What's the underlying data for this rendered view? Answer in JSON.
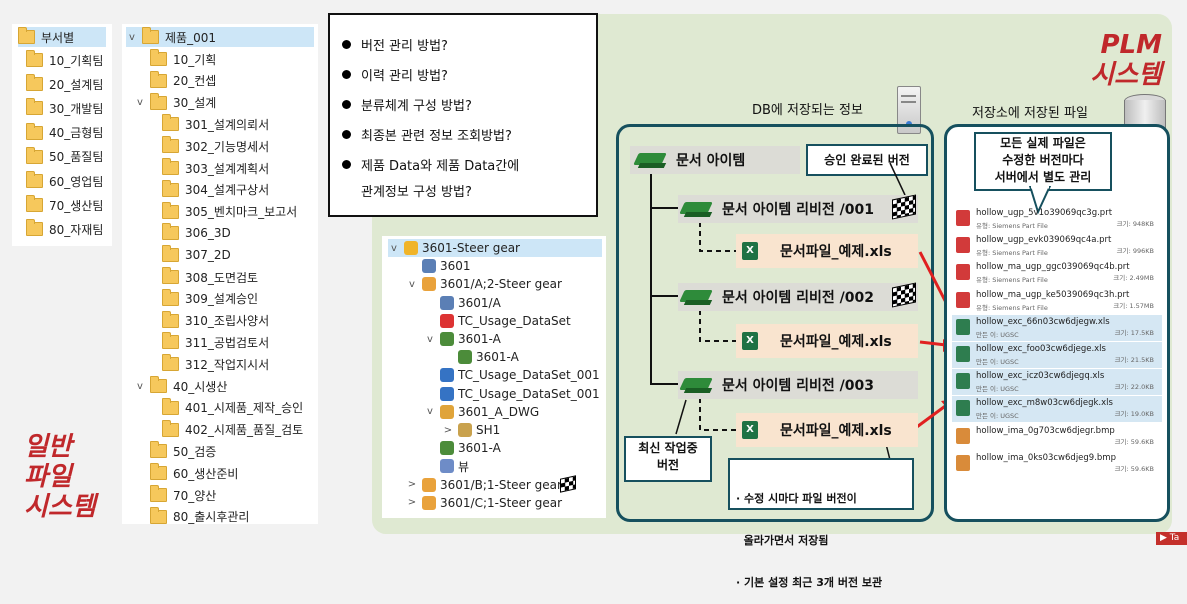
{
  "dept_tree": {
    "root": "부서별",
    "items": [
      "10_기획팀",
      "20_설계팀",
      "30_개발팀",
      "40_금형팀",
      "50_품질팀",
      "60_영업팀",
      "70_생산팀",
      "80_자재팀"
    ]
  },
  "product_tree": {
    "root": "제품_001",
    "items": [
      {
        "label": "10_기획",
        "level": 1
      },
      {
        "label": "20_컨셉",
        "level": 1
      },
      {
        "label": "30_설계",
        "level": 1,
        "expanded": true
      },
      {
        "label": "301_설계의뢰서",
        "level": 2
      },
      {
        "label": "302_기능명세서",
        "level": 2
      },
      {
        "label": "303_설계계획서",
        "level": 2
      },
      {
        "label": "304_설계구상서",
        "level": 2
      },
      {
        "label": "305_벤치마크_보고서",
        "level": 2
      },
      {
        "label": "306_3D",
        "level": 2
      },
      {
        "label": "307_2D",
        "level": 2
      },
      {
        "label": "308_도면검토",
        "level": 2
      },
      {
        "label": "309_설계승인",
        "level": 2
      },
      {
        "label": "310_조립사양서",
        "level": 2
      },
      {
        "label": "311_공법검토서",
        "level": 2
      },
      {
        "label": "312_작업지시서",
        "level": 2
      },
      {
        "label": "40_시생산",
        "level": 1,
        "expanded": true
      },
      {
        "label": "401_시제품_제작_승인",
        "level": 2
      },
      {
        "label": "402_시제품_품질_검토",
        "level": 2
      },
      {
        "label": "50_검증",
        "level": 1
      },
      {
        "label": "60_생산준비",
        "level": 1
      },
      {
        "label": "70_양산",
        "level": 1
      },
      {
        "label": "80_출시후관리",
        "level": 1
      }
    ]
  },
  "left_caption": [
    "일반",
    "파일",
    "시스템"
  ],
  "questions": [
    "버전 관리 방법?",
    "이력 관리 방법?",
    "분류체계 구성 방법?",
    "최종본 관련 정보 조회방법?",
    "제품 Data와 제품 Data간에",
    "관계정보 구성 방법?"
  ],
  "plm_title": [
    "PLM",
    "시스템"
  ],
  "db_title": "DB에 저장되는 정보",
  "storage_title": "저장소에 저장된 파일",
  "tc_tree": [
    {
      "label": "3601-Steer gear",
      "level": 0,
      "toggle": "v",
      "icon": "item-icon",
      "selected": true
    },
    {
      "label": "3601",
      "level": 1,
      "toggle": "",
      "icon": "form-icon"
    },
    {
      "label": "3601/A;2-Steer gear",
      "level": 1,
      "toggle": "v",
      "icon": "revision-icon"
    },
    {
      "label": "3601/A",
      "level": 2,
      "toggle": "",
      "icon": "form-icon"
    },
    {
      "label": "TC_Usage_DataSet",
      "level": 2,
      "toggle": "",
      "icon": "pdf-icon"
    },
    {
      "label": "3601-A",
      "level": 2,
      "toggle": "v",
      "icon": "bom-icon"
    },
    {
      "label": "3601-A",
      "level": 3,
      "toggle": "",
      "icon": "bom-icon"
    },
    {
      "label": "TC_Usage_DataSet_001",
      "level": 2,
      "toggle": "",
      "icon": "dataset-icon"
    },
    {
      "label": "TC_Usage_DataSet_001",
      "level": 2,
      "toggle": "",
      "icon": "dataset-icon"
    },
    {
      "label": "3601_A_DWG",
      "level": 2,
      "toggle": "v",
      "icon": "drawing-icon"
    },
    {
      "label": "SH1",
      "level": 3,
      "toggle": ">",
      "icon": "sheet-icon"
    },
    {
      "label": "3601-A",
      "level": 2,
      "toggle": "",
      "icon": "bom-icon"
    },
    {
      "label": "뷰",
      "level": 2,
      "toggle": "",
      "icon": "view-icon"
    },
    {
      "label": "3601/B;1-Steer gear",
      "level": 1,
      "toggle": ">",
      "icon": "revision-icon"
    },
    {
      "label": "3601/C;1-Steer gear",
      "level": 1,
      "toggle": ">",
      "icon": "revision-icon"
    }
  ],
  "doc_item": "문서 아이템",
  "revisions": [
    "문서 아이템 리비전 /001",
    "문서 아이템 리비전 /002",
    "문서 아이템 리비전 /003"
  ],
  "file_label": "문서파일_예제.xls",
  "callouts": {
    "approved": "승인 완료된 버전",
    "latest": [
      "최신 작업중",
      "버전"
    ],
    "storage_note": [
      "모든 실제 파일은",
      "수정한 버전마다",
      "서버에서 별도 관리"
    ],
    "notes": [
      "· 수정 시마다 파일 버전이",
      "  올라가면서 저장됨",
      "· 기본 설정 최근 3개 버전 보관"
    ]
  },
  "files": [
    {
      "name": "hollow_ugp_5v1o39069qc3g.prt",
      "sub": "유형: Siemens Part File",
      "size": "크기: 948KB",
      "icon": "nx-icon"
    },
    {
      "name": "hollow_ugp_evk039069qc4a.prt",
      "sub": "유형: Siemens Part File",
      "size": "크기: 996KB",
      "icon": "nx-icon"
    },
    {
      "name": "hollow_ma_ugp_ggc039069qc4b.prt",
      "sub": "유형: Siemens Part File",
      "size": "크기: 2.49MB",
      "icon": "nx-icon"
    },
    {
      "name": "hollow_ma_ugp_ke5039069qc3h.prt",
      "sub": "유형: Siemens Part File",
      "size": "크기: 1.57MB",
      "icon": "nx-icon"
    },
    {
      "name": "hollow_exc_66n03cw6djegw.xls",
      "sub": "만든 이: UGSC",
      "size": "크기: 17.5KB",
      "icon": "xls-icon"
    },
    {
      "name": "hollow_exc_foo03cw6djege.xls",
      "sub": "만든 이: UGSC",
      "size": "크기: 21.5KB",
      "icon": "xls-icon"
    },
    {
      "name": "hollow_exc_icz03cw6djegq.xls",
      "sub": "만든 이: UGSC",
      "size": "크기: 22.0KB",
      "icon": "xls-icon"
    },
    {
      "name": "hollow_exc_m8w03cw6djegk.xls",
      "sub": "만든 이: UGSC",
      "size": "크기: 19.0KB",
      "icon": "xls-icon"
    },
    {
      "name": "hollow_ima_0g703cw6djegr.bmp",
      "sub": "",
      "size": "크기: 59.6KB",
      "icon": "bmp-icon"
    },
    {
      "name": "hollow_ima_0ks03cw6djeg9.bmp",
      "sub": "",
      "size": "크기: 59.6KB",
      "icon": "bmp-icon"
    }
  ],
  "corner_badge": "Ta",
  "colors": {
    "accent_red": "#c0282b",
    "frame": "#16505e",
    "green_bg": "#dfe9d2",
    "item_bar": "#dcdcd6",
    "file_bar": "#f9e4cf"
  }
}
